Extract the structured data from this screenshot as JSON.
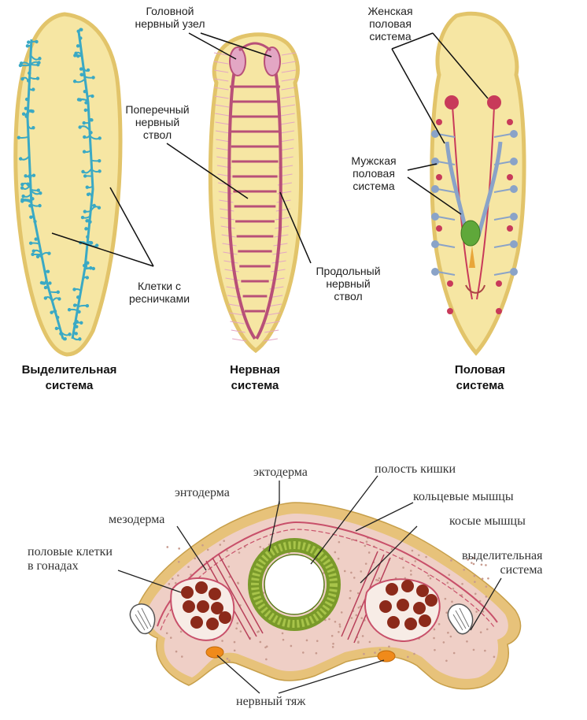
{
  "colors": {
    "body_fill": "#f6e6a3",
    "body_edge": "#e2c46a",
    "excretory": "#3aa9c4",
    "nerve": "#b85078",
    "nerve_light": "#e3a6c4",
    "gonad": "#c83a5a",
    "duct": "#8aa3c8",
    "green": "#5fa83a",
    "section_fill": "#efcfc6",
    "section_edge": "#e7c27a",
    "gut_ring": "#7a9a2a",
    "egg": "#8c2a1a",
    "nerve_cord": "#f08a1a"
  },
  "top": {
    "labels": {
      "head_ganglion": "Головной\nнервный узел",
      "transverse_trunk": "Поперечный\nнервный\nствол",
      "female_system": "Женская\nполовая\nсистема",
      "male_system": "Мужская\nполовая\nсистема",
      "ciliated_cells": "Клетки с\nресничками",
      "longitudinal_trunk": "Продольный\nнервный\nствол"
    },
    "captions": {
      "excretory": "Выделительная\nсистема",
      "nervous": "Нервная\nсистема",
      "reproductive": "Половая\nсистема"
    }
  },
  "section": {
    "labels": {
      "ectoderm": "эктодерма",
      "gut_cavity": "полость кишки",
      "endoderm": "энтодерма",
      "ring_muscles": "кольцевые мышцы",
      "mesoderm": "мезодерма",
      "oblique_muscles": "косые мышцы",
      "germ_cells": "половые клетки\nв гонадах",
      "excretory_system": "выделительная\nсистема",
      "nerve_cord": "нервный тяж"
    }
  }
}
